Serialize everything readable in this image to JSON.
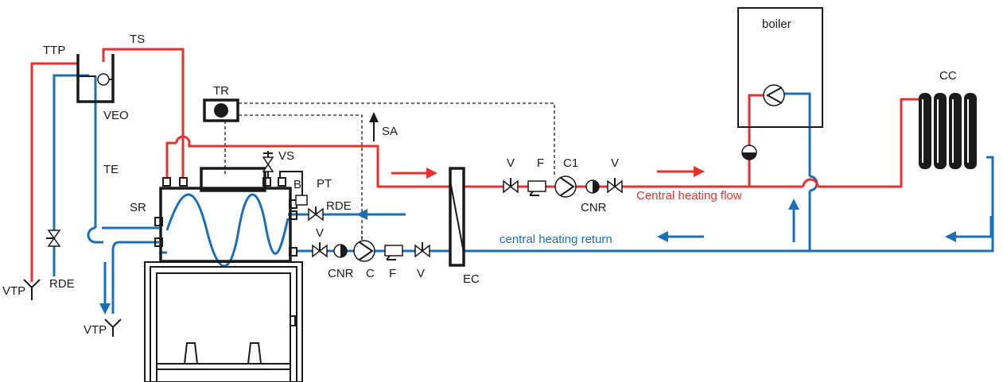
{
  "colors": {
    "flow": "#e8302f",
    "return": "#1b6fb5",
    "line": "#1a1a1a"
  },
  "labels": {
    "ttp": "TTP",
    "ts": "TS",
    "veo": "VEO",
    "te": "TE",
    "tr": "TR",
    "sa": "SA",
    "vs": "VS",
    "b": "B",
    "pt": "PT",
    "rde_right": "RDE",
    "sr": "SR",
    "v_lower": "V",
    "cnr_lower": "CNR",
    "c_lower": "C",
    "f_lower": "F",
    "v_lower2": "V",
    "vtp_left": "VTP",
    "rde_left": "RDE",
    "vtp_bottom": "VTP",
    "ec": "EC",
    "v_upper": "V",
    "f_upper": "F",
    "c1": "C1",
    "v_upper2": "V",
    "cnr_upper": "CNR",
    "boiler": "boiler",
    "cc": "CC",
    "central_heating_flow": "Central heating flow",
    "central_heating_return": "central heating return"
  }
}
